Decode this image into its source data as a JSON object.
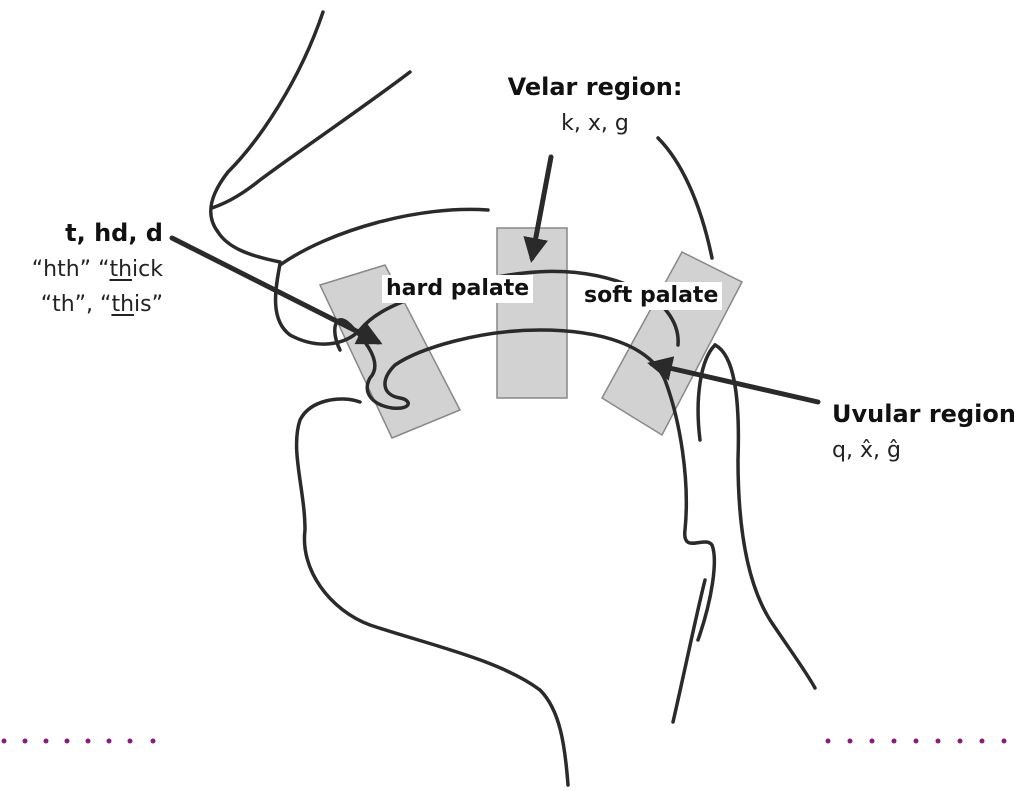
{
  "labels": {
    "velar_title": "Velar region:",
    "velar_sounds": "k, x, g",
    "dental_title": "t, hd, d",
    "dental_ex1_a": "“hth” “",
    "dental_ex1_u": "th",
    "dental_ex1_b": "ick",
    "dental_ex2_a": "“th”, “",
    "dental_ex2_u": "th",
    "dental_ex2_b": "is”",
    "hard_palate": "hard palate",
    "soft_palate": "soft palate",
    "uvular_title": "Uvular region:",
    "uvular_sounds": "q, x̂, ĝ"
  },
  "colors": {
    "line": "#2a2a2a",
    "band": "#d2d2d2",
    "dots": "#8b1a7a"
  }
}
